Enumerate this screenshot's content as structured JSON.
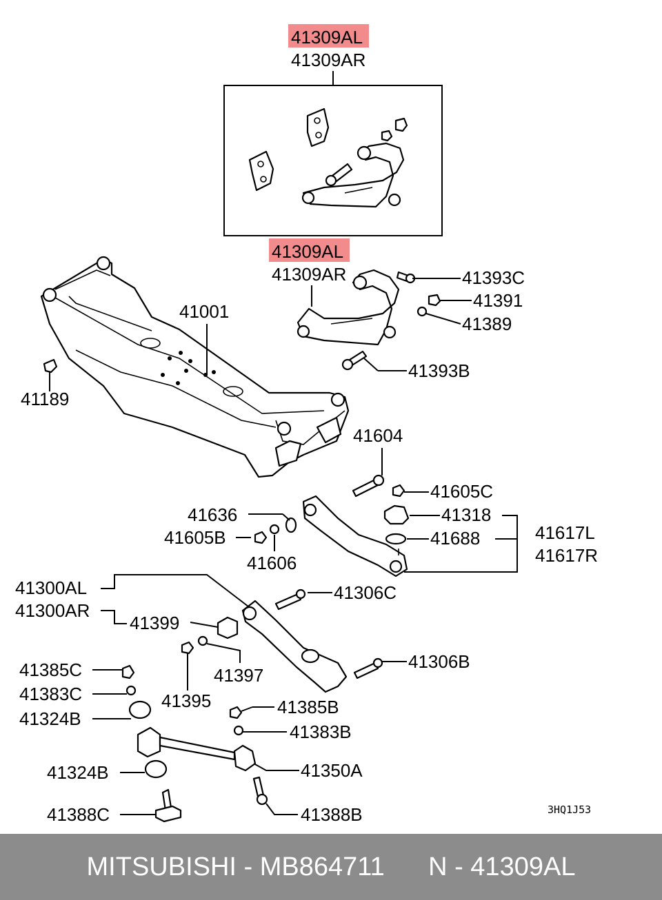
{
  "highlight_color": "#f28b8b",
  "labels": {
    "top_left": "41309AL",
    "top_right": "41309AR",
    "mid_left": "41309AL",
    "mid_right": "41309AR",
    "p41393c": "41393C",
    "p41391": "41391",
    "p41389": "41389",
    "p41393b": "41393B",
    "p41001": "41001",
    "p41189": "41189",
    "p41604": "41604",
    "p41605c": "41605C",
    "p41318": "41318",
    "p41688": "41688",
    "p41617l": "41617L",
    "p41617r": "41617R",
    "p41636": "41636",
    "p41605b": "41605B",
    "p41606": "41606",
    "p41300al": "41300AL",
    "p41300ar": "41300AR",
    "p41306c": "41306C",
    "p41399": "41399",
    "p41397": "41397",
    "p41395": "41395",
    "p41306b": "41306B",
    "p41385c": "41385C",
    "p41383c": "41383C",
    "p41324b_1": "41324B",
    "p41385b": "41385B",
    "p41383b": "41383B",
    "p41324b_2": "41324B",
    "p41350a": "41350A",
    "p41388c": "41388C",
    "p41388b": "41388B",
    "drawing_code": "3HQ1J53"
  },
  "footer": {
    "text": "MITSUBISHI - MB864711      N - 41309AL"
  }
}
